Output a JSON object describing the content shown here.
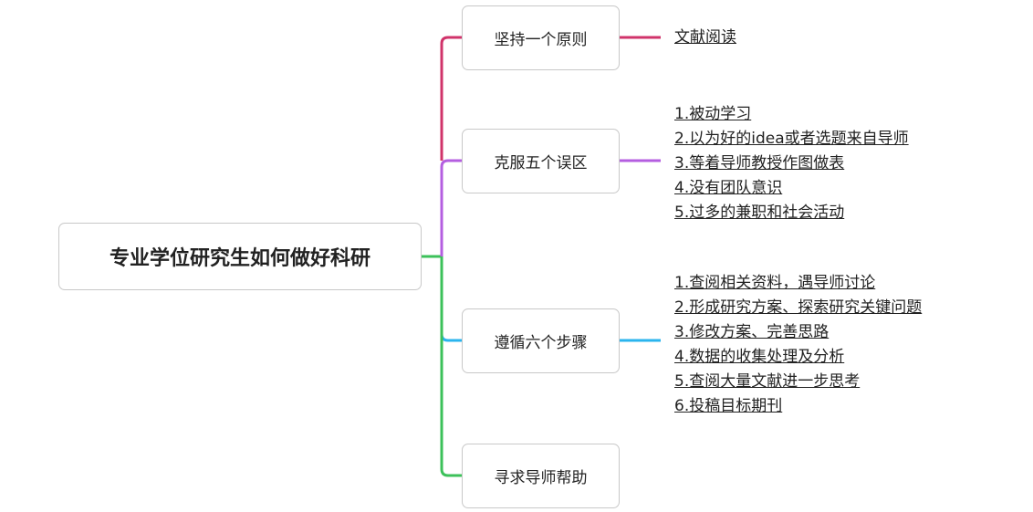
{
  "root": {
    "label": "专业学位研究生如何做好科研"
  },
  "colors": {
    "branch1": "#d0336a",
    "branch2": "#b45ee0",
    "branch3": "#2ab4ee",
    "branch4": "#3cc15a"
  },
  "branches": [
    {
      "label": "坚持一个原则",
      "items": [
        "文献阅读"
      ]
    },
    {
      "label": "克服五个误区",
      "items": [
        "1.被动学习",
        "2.以为好的idea或者选题来自导师",
        "3.等着导师教授作图做表",
        "4.没有团队意识",
        "5.过多的兼职和社会活动"
      ]
    },
    {
      "label": "遵循六个步骤",
      "items": [
        "1.查阅相关资料，遇导师讨论",
        "2.形成研究方案、探索研究关键问题",
        "3.修改方案、完善思路",
        "4.数据的收集处理及分析",
        "5.查阅大量文献进一步思考",
        "6.投稿目标期刊"
      ]
    },
    {
      "label": "寻求导师帮助",
      "items": []
    }
  ]
}
